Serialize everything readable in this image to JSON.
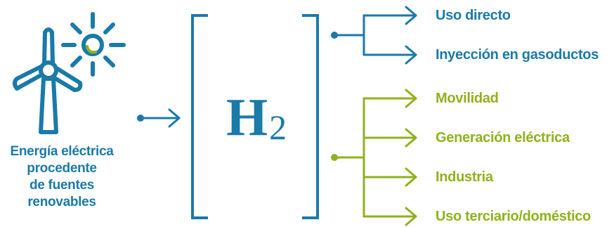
{
  "source": {
    "lines": [
      "Energía eléctrica",
      "procedente",
      "de fuentes",
      "renovables"
    ]
  },
  "center": {
    "symbol": "H",
    "subscript": "2"
  },
  "outputs": {
    "blue": [
      "Uso directo",
      "Inyección en gasoductos"
    ],
    "green": [
      "Movilidad",
      "Generación eléctrica",
      "Industria",
      "Uso terciario/doméstico"
    ]
  },
  "colors": {
    "blue": "#1a7aa8",
    "green": "#8fb21c"
  },
  "icons": [
    "wind-turbine-icon",
    "sun-icon"
  ]
}
